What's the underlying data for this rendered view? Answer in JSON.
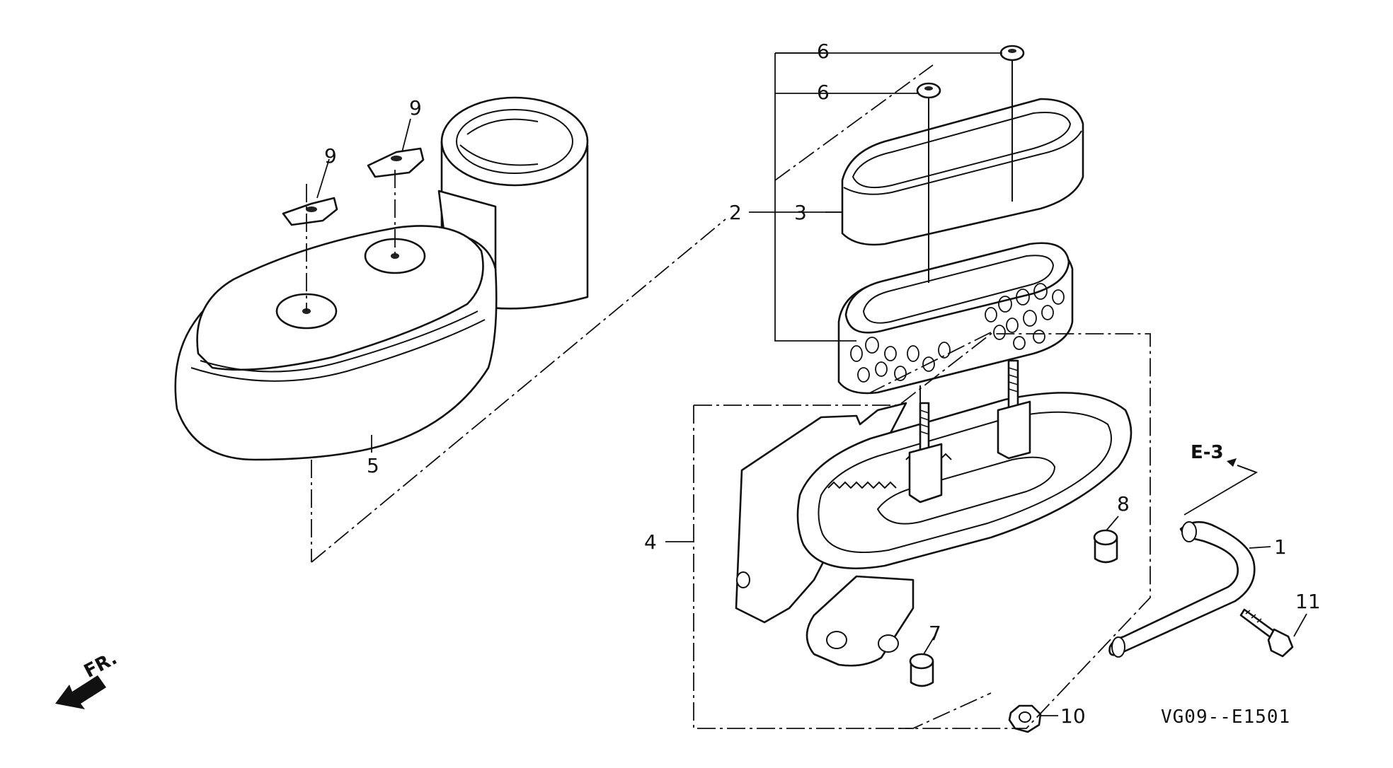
{
  "callouts": {
    "c1": "1",
    "c2": "2",
    "c3": "3",
    "c4": "4",
    "c5": "5",
    "c6a": "6",
    "c6b": "6",
    "c7": "7",
    "c8": "8",
    "c9a": "9",
    "c9b": "9",
    "c10": "10",
    "c11": "11"
  },
  "ref_label": "E-3",
  "front_label": "FR.",
  "diagram_code": "VG09--E1501"
}
